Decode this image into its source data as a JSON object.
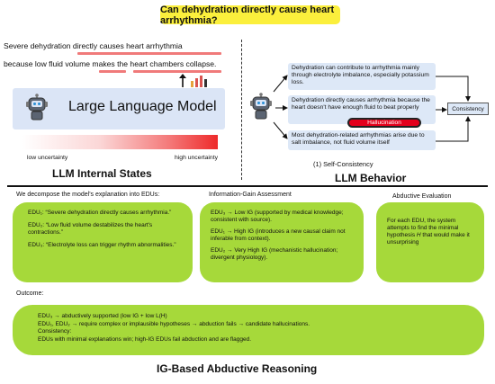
{
  "title": "Can dehydration directly cause heart arrhythmia?",
  "internal_states": {
    "claim1": "Severe dehydration directly causes heart arrhythmia",
    "claim2": "because low fluid volume makes the heart chambers collapse.",
    "model_label": "Large Language Model",
    "low_label": "low uncertainty",
    "high_label": "high uncertainty",
    "section_title": "LLM Internal States"
  },
  "behavior": {
    "responses": [
      "Dehydration can contribute to arrhythmia mainly through electrolyte imbalance, especially potassium loss.",
      "Dehydration directly causes arrhythmia because the heart doesn't have enough fluid to beat properly",
      "Most dehydration-related arrhythmias arise due to salt imbalance, not fluid volume itself"
    ],
    "hallucination_label": "Hallucination",
    "consistency_label": "Consistency",
    "caption": "(1) Self-Consistency",
    "section_title": "LLM Behavior"
  },
  "bottom": {
    "decompose_header": "We decompose the model's explanation into EDUs:",
    "edus": [
      "EDU₁: “Severe dehydration directly causes arrhythmia.”",
      "EDU₂: “Low fluid volume destabilizes the heart's contractions.”",
      "EDU₃: “Electrolyte loss can trigger rhythm abnormalities.”"
    ],
    "ig_header": "Information-Gain Assessment",
    "ig_items": [
      "EDU₃ → Low IG (supported by medical knowledge; consistent with source).",
      "EDU₁ → High IG (introduces a new causal claim not inferable from context).",
      "EDU₂ → Very High IG (mechanistic hallucination; divergent physiology)."
    ],
    "abductive_header": "Abductive Evaluation",
    "abductive_text_pre": "For each EDU, the system attempts to find the minimal hypothesis ",
    "abductive_var": "H",
    "abductive_text_post": " that would make it unsurprising",
    "outcome_header": "Outcome:",
    "outcome_line1": "EDU₃ → abductively supported (low IG + low L(H)",
    "outcome_line2": "EDU₁, EDU₂ → require complex or implausible hypotheses → abduction fails → candidate hallucinations.",
    "outcome_line3": "Consistency:",
    "outcome_line4": "EDUs with minimal explanations win; high-IG EDUs fail abduction and are flagged.",
    "section_title": "IG-Based Abductive Reasoning"
  },
  "colors": {
    "title_bg": "#fbef3c",
    "llm_box": "#dbe5f6",
    "response_box": "#dde8f7",
    "hallucination": "#e4001b",
    "green_box": "#a6d93a",
    "underline": "#f07a7a"
  },
  "icons": [
    "robot-icon",
    "bar-chart-up-icon",
    "arrow-icon"
  ]
}
